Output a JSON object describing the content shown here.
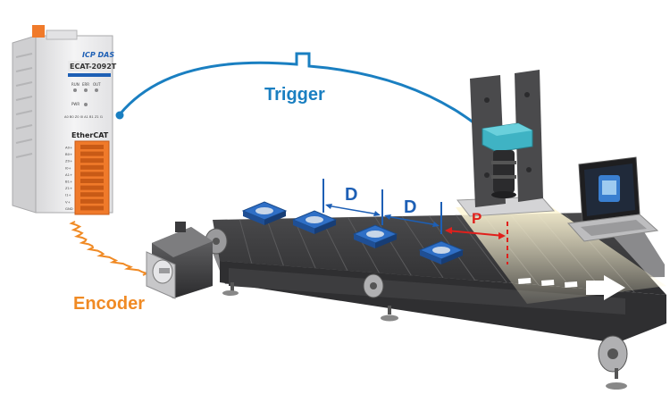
{
  "device": {
    "brand": "ICP DAS",
    "model": "ECAT-2092T",
    "indicator_labels": [
      "RUN",
      "ERR",
      "OUT"
    ],
    "pwr_label": "PWR",
    "port_row_label": "A0 B0 Z0 I0 A1 B1 Z1 I1",
    "bus_logo": "EtherCAT",
    "terminal_labels": [
      "A0+",
      "B0+",
      "Z0+",
      "I0+",
      "A1+",
      "B1+",
      "Z1+",
      "I1+",
      "V+",
      "GND"
    ]
  },
  "labels": {
    "trigger": "Trigger",
    "encoder": "Encoder",
    "distance_1": "D",
    "distance_2": "D",
    "position": "P"
  },
  "colors": {
    "trigger_line": "#1a7fc1",
    "encoder_line": "#f08a24",
    "distance_marker": "#1d5fb5",
    "position_marker": "#e0201c",
    "conveyor_belt": "#3d3d3f",
    "camera_body": "#3fb3c4"
  }
}
